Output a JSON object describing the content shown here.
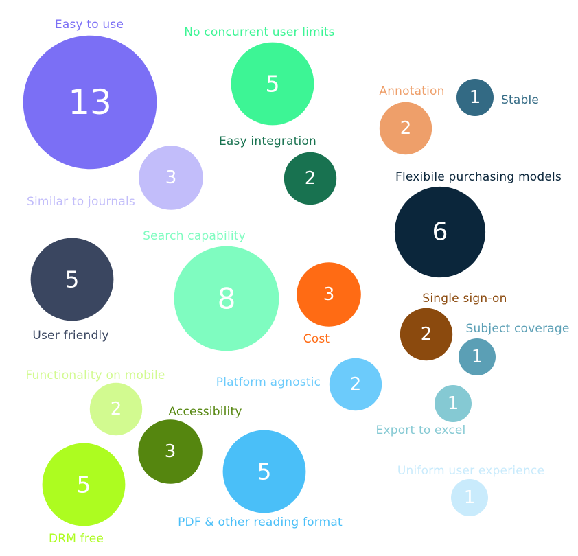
{
  "chart_data": {
    "type": "bubble",
    "points": [
      {
        "label": "Easy to use",
        "value": 13,
        "color": "#7B6FF5"
      },
      {
        "label": "No concurrent user limits",
        "value": 5,
        "color": "#3DF595"
      },
      {
        "label": "Annotation",
        "value": 2,
        "color": "#EE9F6A"
      },
      {
        "label": "Stable",
        "value": 1,
        "color": "#336A84"
      },
      {
        "label": "Similar to journals",
        "value": 3,
        "color": "#C2BDFA"
      },
      {
        "label": "Easy integration",
        "value": 2,
        "color": "#187250"
      },
      {
        "label": "Flexibile purchasing models",
        "value": 6,
        "color": "#0B263B"
      },
      {
        "label": "Search capability",
        "value": 8,
        "color": "#7FFCC0"
      },
      {
        "label": "User friendly",
        "value": 5,
        "color": "#3A4660"
      },
      {
        "label": "Cost",
        "value": 3,
        "color": "#FF6B14"
      },
      {
        "label": "Single sign-on",
        "value": 2,
        "color": "#8B4A0E"
      },
      {
        "label": "Subject coverage",
        "value": 1,
        "color": "#5B9FB5"
      },
      {
        "label": "Platform agnostic",
        "value": 2,
        "color": "#6CCBFB"
      },
      {
        "label": "Export to excel",
        "value": 1,
        "color": "#85C9D3"
      },
      {
        "label": "Functionality on mobile",
        "value": 2,
        "color": "#D2FA90"
      },
      {
        "label": "Accessibility",
        "value": 3,
        "color": "#55860F"
      },
      {
        "label": "PDF & other reading format",
        "value": 5,
        "color": "#4ABFF8"
      },
      {
        "label": "DRM free",
        "value": 5,
        "color": "#ADFC20"
      },
      {
        "label": "Uniform user experience",
        "value": 1,
        "color": "#C9EBFC"
      }
    ]
  }
}
